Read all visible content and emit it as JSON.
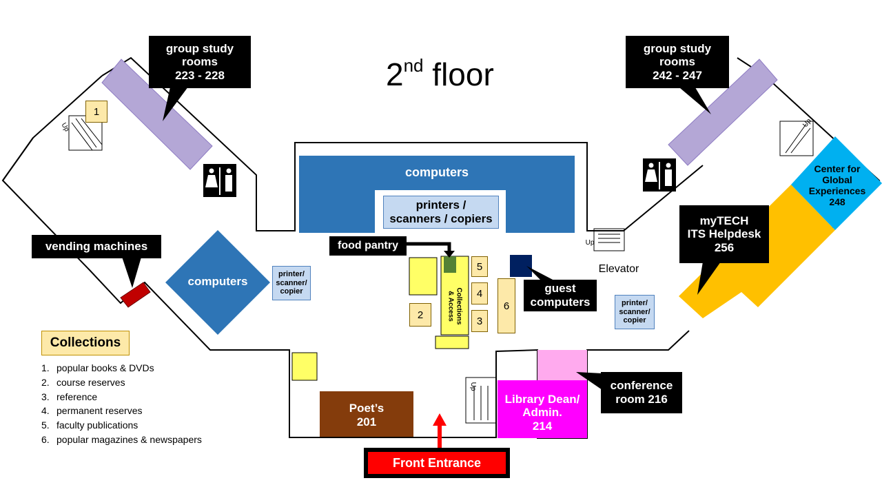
{
  "title": {
    "main": "2",
    "sup": "nd",
    "rest": " floor"
  },
  "labels": {
    "study_left": [
      "group study",
      "rooms",
      "223 - 228"
    ],
    "study_right": [
      "group study",
      "rooms",
      "242 - 247"
    ],
    "computers_top": "computers",
    "printers_center": [
      "printers /",
      "scanners / copiers"
    ],
    "computers_left": "computers",
    "printer_small": [
      "printer/",
      "scanner/",
      "copier"
    ],
    "food_pantry": "food pantry",
    "vending": "vending machines",
    "guest": [
      "guest",
      "computers"
    ],
    "elevator": "Elevator",
    "mytech": [
      "myTECH",
      "ITS Helpdesk",
      "256"
    ],
    "global": [
      "Center for",
      "Global",
      "Experiences",
      "248"
    ],
    "conference": [
      "conference",
      "room 216"
    ],
    "dean": [
      "Library Dean/",
      "Admin.",
      "214"
    ],
    "poets": [
      "Poet’s",
      "201"
    ],
    "entrance": "Front Entrance",
    "collections_access": [
      "Collections",
      "& Access"
    ],
    "up": "Up"
  },
  "markers": [
    "1",
    "2",
    "3",
    "4",
    "5",
    "6"
  ],
  "collections": {
    "title": "Collections",
    "items": [
      "popular books & DVDs",
      "course reserves",
      "reference",
      "permanent reserves",
      "faculty publications",
      "popular magazines & newspapers"
    ]
  },
  "colors": {
    "study": "#b4a7d6",
    "computers": "#2e75b6",
    "light_blue": "#c5d9f1",
    "mytech": "#ffc000",
    "global": "#00b0f0",
    "dean": "#ff00ff",
    "conference": "#ffaaee",
    "poets": "#843c0c",
    "entrance": "#ff0000",
    "pantry": "#548235",
    "access": "#ffff66",
    "guest": "#002060",
    "vending": "#c00000"
  }
}
